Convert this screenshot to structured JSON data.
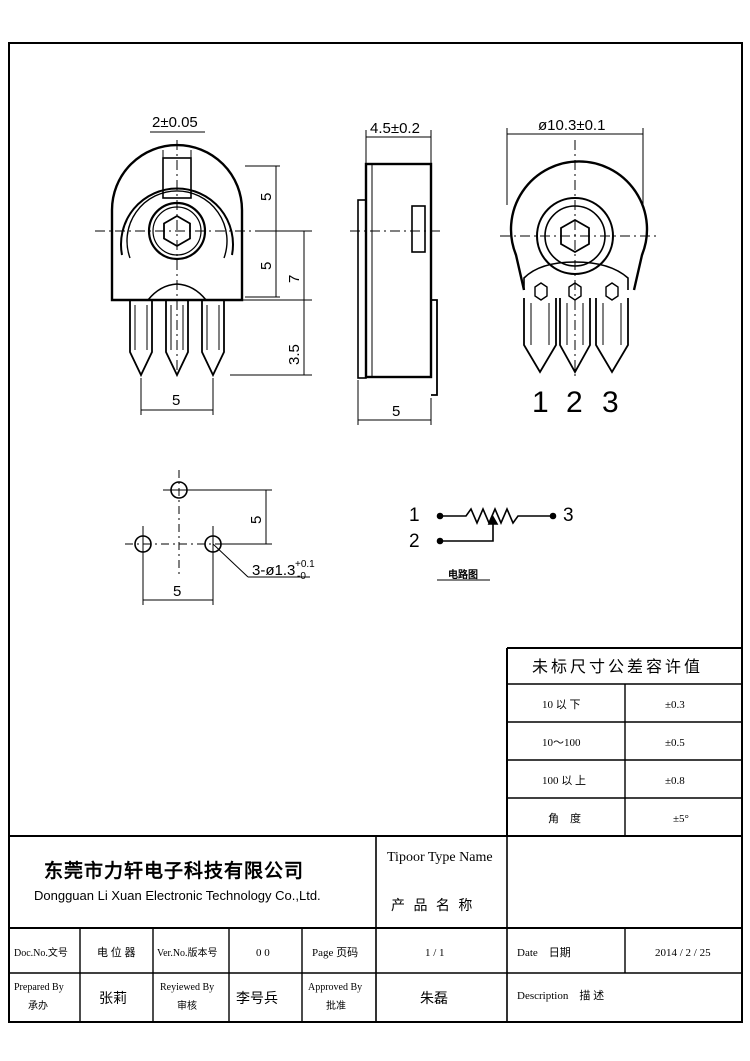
{
  "dimensions": {
    "pin_width": "2±0.05",
    "thickness": "4.5±0.2",
    "diameter": "ø10.3±0.1",
    "upper_half_height": "5",
    "lower_half_height": "5",
    "center_to_pin_base": "7",
    "pin_length": "3.5",
    "pin_pitch_front": "5",
    "side_pin_offset": "5",
    "hole_pitch_vertical": "5",
    "hole_pitch_horizontal": "5",
    "hole_diameter": "3-ø1.3",
    "hole_tolerance_upper": "+0.1",
    "hole_tolerance_lower": "-0"
  },
  "pin_labels": [
    "1",
    "2",
    "3"
  ],
  "circuit": {
    "pin1": "1",
    "pin2": "2",
    "pin3": "3",
    "caption": "电路图"
  },
  "tolerance_table": {
    "title": "未标尺寸公差容许值",
    "rows": [
      {
        "range": "10 以 下",
        "tol": "±0.3"
      },
      {
        "range": "10〜100",
        "tol": "±0.5"
      },
      {
        "range": "100 以 上",
        "tol": "±0.8"
      },
      {
        "range": "角　度",
        "tol": "±5°"
      }
    ]
  },
  "title_block": {
    "company_cn": "东莞市力轩电子科技有限公司",
    "company_en": "Dongguan Li Xuan Electronic Technology Co.,Ltd.",
    "type_name_label": "Tipoor Type Name",
    "product_name_label": "产 品 名 称",
    "doc_no_label": "Doc.No.文号",
    "doc_no_value": "电 位 器",
    "ver_no_label": "Ver.No.版本号",
    "ver_no_value": "0 0",
    "page_label": "Page 页码",
    "page_value": "1 / 1",
    "date_label": "Date　日期",
    "date_value": "2014 / 2 / 25",
    "prepared_label_en": "Prepared By",
    "prepared_label_cn": "承办",
    "prepared_value": "张莉",
    "reviewed_label_en": "Reyiewed By",
    "reviewed_label_cn": "审核",
    "reviewed_value": "李号兵",
    "approved_label_en": "Approved By",
    "approved_label_cn": "批准",
    "approved_value": "朱磊",
    "description_label": "Description　描 述"
  }
}
